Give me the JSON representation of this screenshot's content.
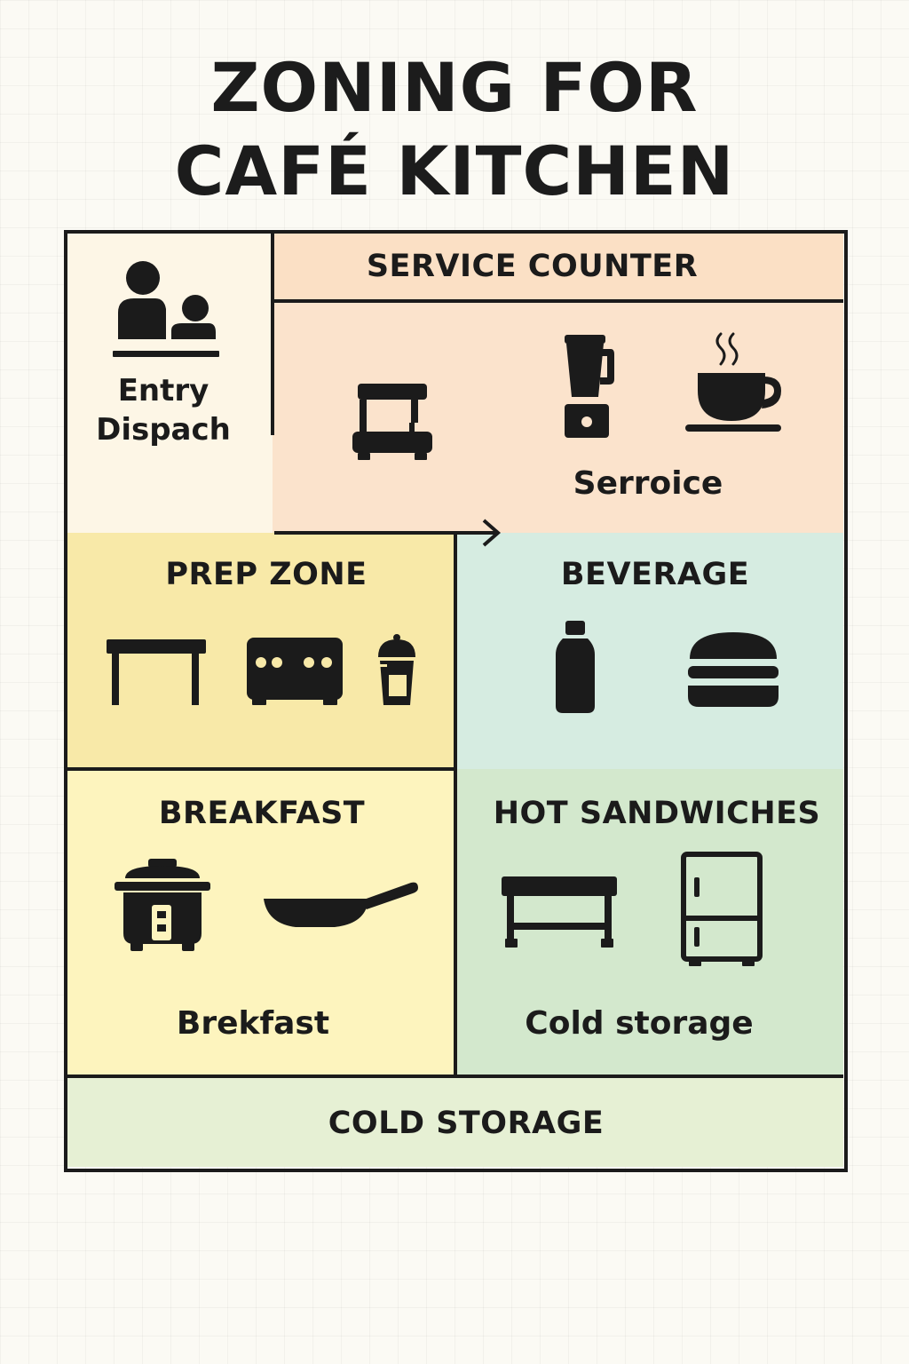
{
  "title": {
    "line1": "ZONING FOR",
    "line2": "CAFÉ KITCHEN"
  },
  "zones": {
    "entry": {
      "label_line1": "Entry",
      "label_line2": "Dispach",
      "color": "#fdf6e6"
    },
    "service_header": {
      "label": "SERVICE COUNTER",
      "color": "#fbe0c5"
    },
    "service": {
      "label": "Serroice",
      "color": "#fbe3cc"
    },
    "prep": {
      "label": "PREP ZONE",
      "color": "#f8e9a8"
    },
    "beverage": {
      "label": "BEVERAGE",
      "color": "#d6ece1"
    },
    "breakfast": {
      "heading": "BREAKFAST",
      "label": "Brekfast",
      "color": "#fdf4be"
    },
    "hot_sandwiches": {
      "heading": "HOT SANDWICHES",
      "label": "Cold storage",
      "color": "#d3e8cd"
    },
    "cold_storage": {
      "label": "COLD STORAGE",
      "color": "#e6f0d4"
    }
  },
  "colors": {
    "ink": "#1b1b1b"
  }
}
